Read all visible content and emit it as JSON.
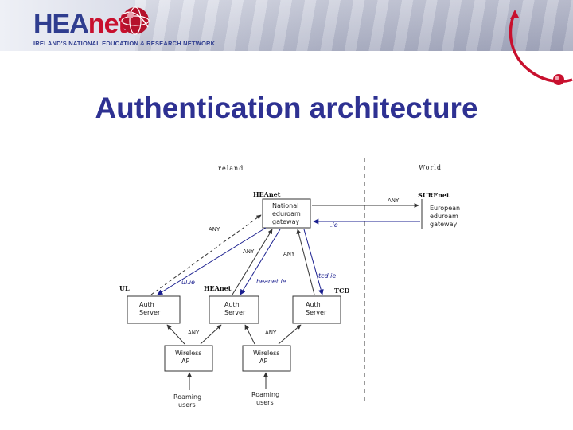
{
  "header": {
    "logo_main": "HEA",
    "logo_accent": "net",
    "logo_tagline": "IRELAND'S NATIONAL EDUCATION & RESEARCH NETWORK"
  },
  "slide": {
    "title": "Authentication architecture"
  },
  "diagram": {
    "regions": {
      "left": "Ireland",
      "right": "World"
    },
    "orgs": {
      "heanet_top": "HEAnet",
      "surfnet": "SURFnet",
      "ul": "UL",
      "heanet_mid": "HEAnet",
      "tcd": "TCD"
    },
    "nodes": {
      "national_gateway": [
        "National",
        "eduroam",
        "gateway"
      ],
      "european_gateway": [
        "European",
        "eduroam",
        "gateway"
      ],
      "auth_ul": [
        "Auth",
        "Server"
      ],
      "auth_heanet": [
        "Auth",
        "Server"
      ],
      "auth_tcd": [
        "Auth",
        "Server"
      ],
      "ap_left": [
        "Wireless",
        "AP"
      ],
      "ap_right": [
        "Wireless",
        "AP"
      ],
      "users_left": [
        "Roaming",
        "users"
      ],
      "users_right": [
        "Roaming",
        "users"
      ]
    },
    "labels": {
      "any_world": "ANY",
      "any_ul": "ANY",
      "any_heanet": "ANY",
      "any_tcd": "ANY",
      "any_ap_left": "ANY",
      "any_ap_right": "ANY",
      "ie": ".ie",
      "ul_ie": "ul.ie",
      "heanet_ie": "heanet.ie",
      "tcd_ie": "tcd.ie"
    }
  }
}
